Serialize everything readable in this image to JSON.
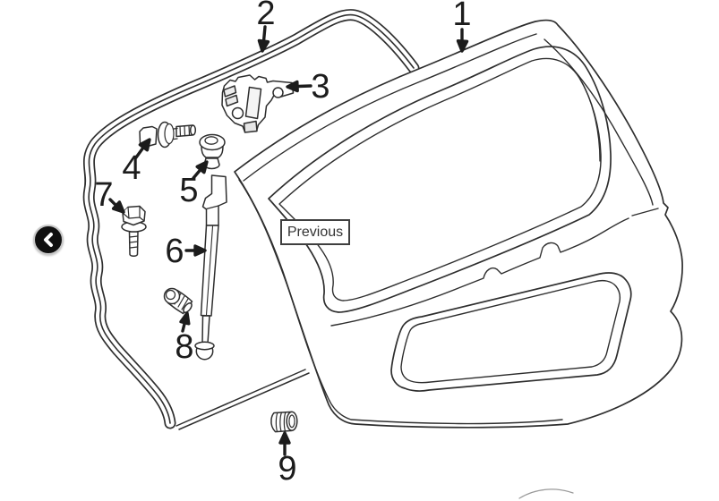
{
  "diagram": {
    "description": "Liftgate / back door exploded parts line drawing",
    "callouts": [
      {
        "label": "1"
      },
      {
        "label": "2"
      },
      {
        "label": "3"
      },
      {
        "label": "4"
      },
      {
        "label": "5"
      },
      {
        "label": "6"
      },
      {
        "label": "7"
      },
      {
        "label": "8"
      },
      {
        "label": "9"
      }
    ]
  },
  "nav": {
    "previous_label": "Previous",
    "back_arrow_icon": "chevron-left-icon"
  },
  "colors": {
    "background": "#ffffff",
    "line": "#2e2e2e",
    "callout_text": "#1c1c1c",
    "nav_circle": "#101010",
    "nav_circle_ring": "#c9c9c9",
    "button_border": "#3f3f3f",
    "button_text": "#333333"
  }
}
